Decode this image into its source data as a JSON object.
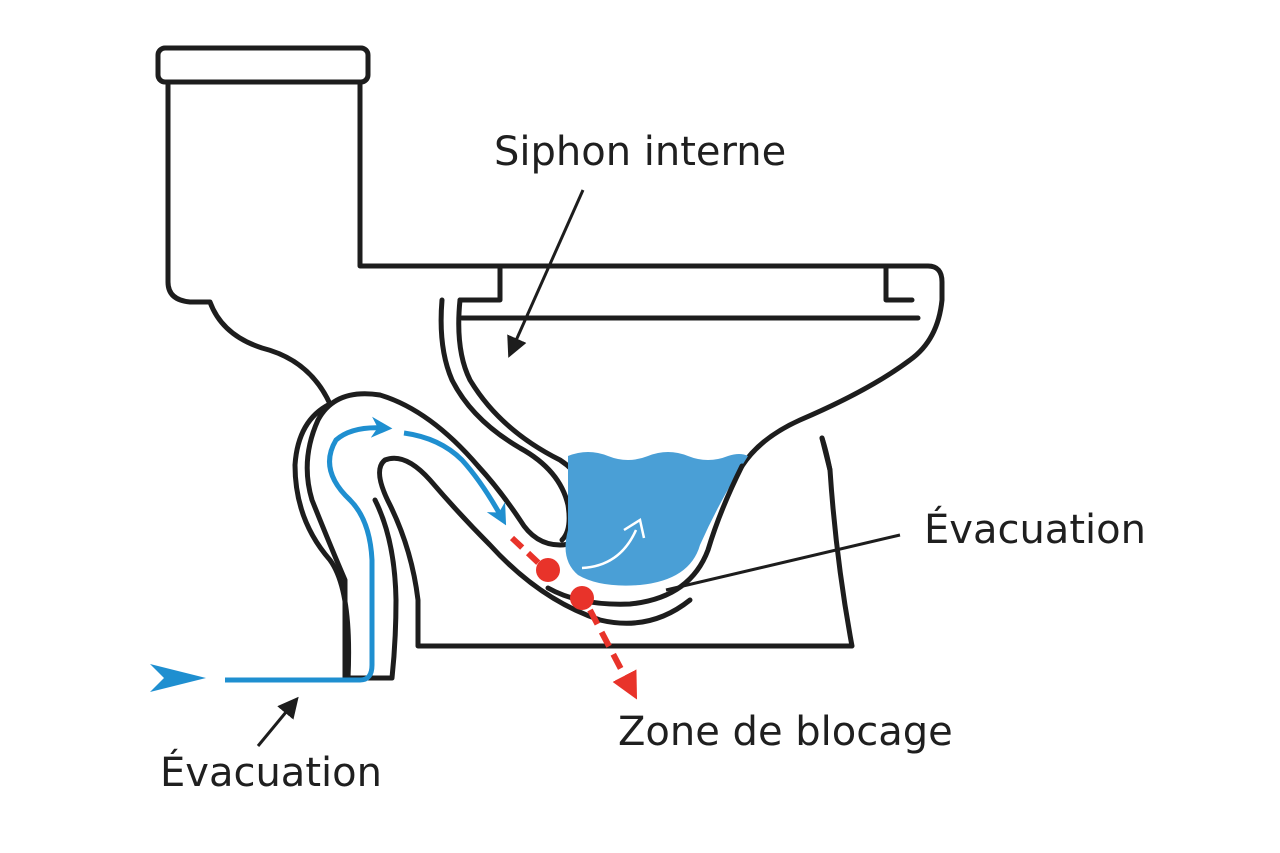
{
  "labels": {
    "siphon": "Siphon interne",
    "evacuation_right": "Évacuation",
    "evacuation_left": "Évacuation",
    "blockage": "Zone de blocage"
  },
  "colors": {
    "outline": "#1d1d1d",
    "water": "#4a9fd6",
    "flow_arrow": "#1f8fd0",
    "blockage": "#e8332a"
  },
  "icons": {
    "flow_arrow": "chevron-right-icon",
    "blockage_marker": "red-dot-icon"
  }
}
